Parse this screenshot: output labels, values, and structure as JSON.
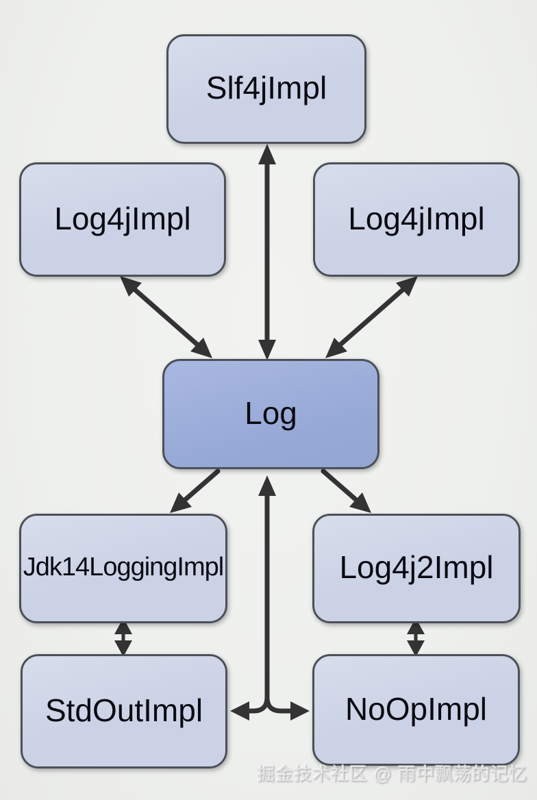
{
  "diagram": {
    "nodes": [
      {
        "id": "slf4jimpl",
        "label": "Slf4jImpl",
        "role": "implementation"
      },
      {
        "id": "log4jimpl-left",
        "label": "Log4jImpl",
        "role": "implementation"
      },
      {
        "id": "log4jimpl-right",
        "label": "Log4jImpl",
        "role": "implementation"
      },
      {
        "id": "log",
        "label": "Log",
        "role": "interface-center"
      },
      {
        "id": "jdk14loggingimpl",
        "label": "Jdk14LoggingImpl",
        "role": "implementation"
      },
      {
        "id": "log4j2impl",
        "label": "Log4j2Impl",
        "role": "implementation"
      },
      {
        "id": "stdoutimpl",
        "label": "StdOutImpl",
        "role": "implementation"
      },
      {
        "id": "noopimpl",
        "label": "NoOpImpl",
        "role": "implementation"
      }
    ],
    "edges": [
      {
        "from": "slf4jimpl",
        "to": "log",
        "arrowheads": "both"
      },
      {
        "from": "log4jimpl-left",
        "to": "log",
        "arrowheads": "both"
      },
      {
        "from": "log4jimpl-right",
        "to": "log",
        "arrowheads": "both"
      },
      {
        "from": "log",
        "to": "jdk14loggingimpl",
        "arrowheads": "end"
      },
      {
        "from": "log",
        "to": "log4j2impl",
        "arrowheads": "end"
      },
      {
        "from": "bottom-junction",
        "to": "log",
        "arrowheads": "end",
        "note": "vertical line splits into left/right branches"
      },
      {
        "from": "bottom-junction",
        "to": "stdoutimpl",
        "arrowheads": "end"
      },
      {
        "from": "bottom-junction",
        "to": "noopimpl",
        "arrowheads": "end"
      },
      {
        "from": "jdk14loggingimpl",
        "to": "stdoutimpl",
        "arrowheads": "both"
      },
      {
        "from": "log4j2impl",
        "to": "noopimpl",
        "arrowheads": "both"
      }
    ],
    "colors": {
      "background": "#eff0ee",
      "node_fill_light": "#cdd4e7",
      "node_fill_accent": "#9aaedd",
      "node_border": "#4c5058",
      "arrow": "#333333",
      "label_text": "#0a0a12",
      "watermark_text": "#e4e4e4"
    }
  },
  "watermark": {
    "text": "掘金技术社区 @ 雨中飘荡的记忆"
  }
}
